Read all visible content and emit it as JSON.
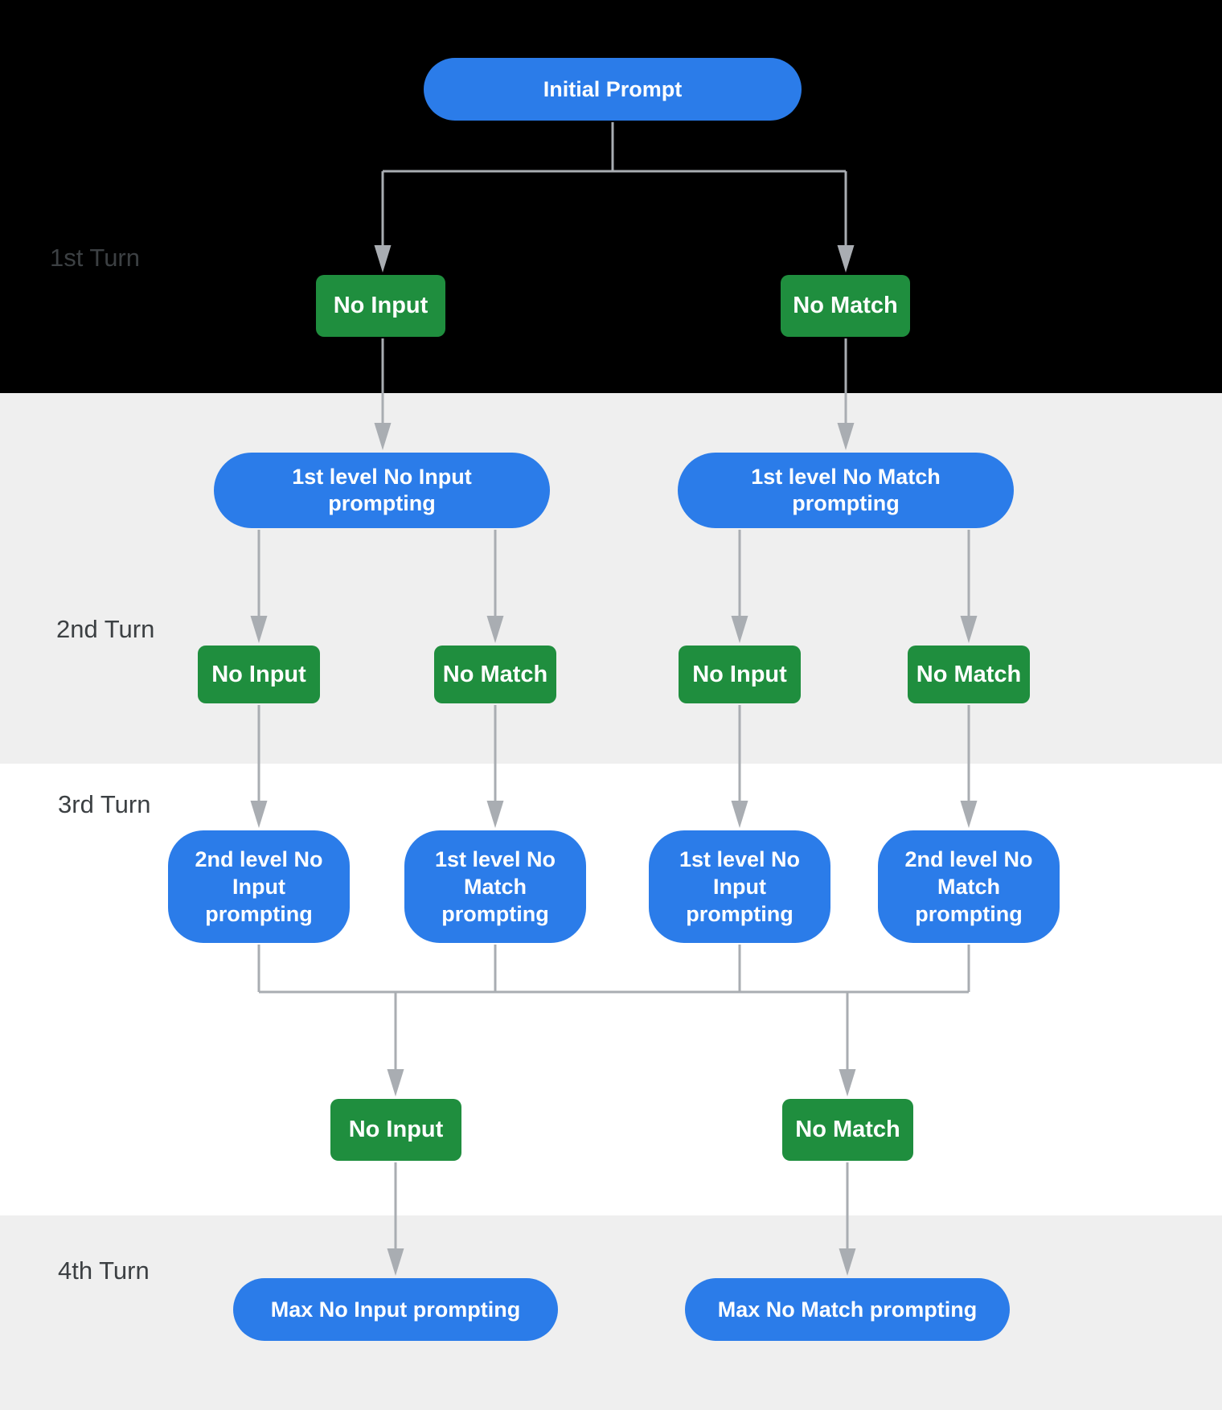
{
  "colors": {
    "node_blue": "#2b7ce9",
    "node_green": "#1f8e3e",
    "connector_gray": "#a9adb2",
    "band_black": "#000000",
    "band_gray": "#efefef",
    "band_white": "#ffffff",
    "label_color": "#3c4043",
    "node_text": "#ffffff"
  },
  "turn_labels": [
    "1st Turn",
    "2nd Turn",
    "3rd Turn",
    "4th Turn"
  ],
  "nodes": {
    "initial_prompt": "Initial Prompt",
    "turn1": [
      "No Input",
      "No Match"
    ],
    "level1_prompting": [
      "1st level No Input\nprompting",
      "1st level No Match\nprompting"
    ],
    "turn2": [
      "No Input",
      "No Match",
      "No Input",
      "No Match"
    ],
    "level2_prompting": [
      "2nd level No\nInput\nprompting",
      "1st level No\nMatch\nprompting",
      "1st level No\nInput\nprompting",
      "2nd level No\nMatch\nprompting"
    ],
    "turn3": [
      "No Input",
      "No Match"
    ],
    "max_prompting": [
      "Max No Input prompting",
      "Max No Match prompting"
    ]
  }
}
